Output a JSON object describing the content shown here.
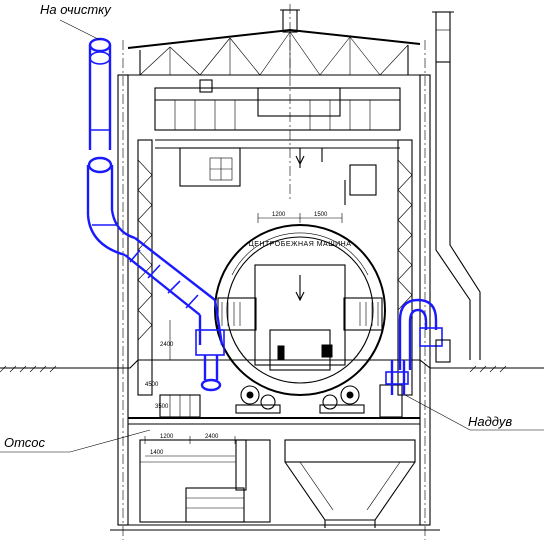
{
  "labels": {
    "to_cleaning": "На очистку",
    "suction": "Отсос",
    "pressurization": "Наддув"
  },
  "drum": {
    "text": "ЦЕНТРОБЕЖНАЯ МАШИНА"
  },
  "dimensions": {
    "d_top_left": "1200",
    "d_top_right": "1500",
    "d_left_1": "2400",
    "d_left_2": "4500",
    "d_left_3": "3500",
    "d_mid_1": "1200",
    "d_mid_2": "2400",
    "d_floor": "1400"
  },
  "colors": {
    "lines": "#000000",
    "ducts": "#1a1aff",
    "background": "#ffffff"
  }
}
